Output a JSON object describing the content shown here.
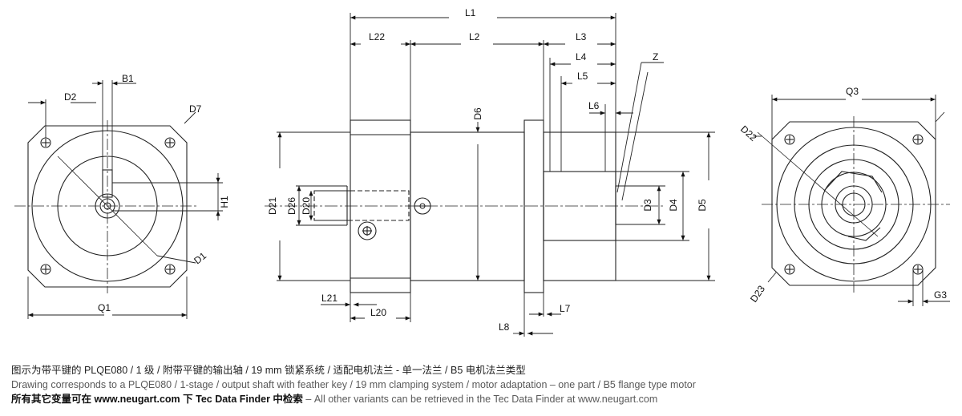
{
  "labels": {
    "b1": "B1",
    "d2": "D2",
    "d7": "D7",
    "h1": "H1",
    "d1": "D1",
    "q1": "Q1",
    "l1": "L1",
    "l22": "L22",
    "l2": "L2",
    "l3": "L3",
    "l4": "L4",
    "l5": "L5",
    "z": "Z",
    "l6": "L6",
    "d6": "D6",
    "d21": "D21",
    "d26": "D26",
    "d20": "D20",
    "d3": "D3",
    "d4": "D4",
    "d5": "D5",
    "l21": "L21",
    "l20": "L20",
    "l7": "L7",
    "l8": "L8",
    "q3": "Q3",
    "d22": "D22",
    "d23": "D23",
    "g3": "G3"
  },
  "caption": {
    "line1": "图示为带平键的 PLQE080 / 1 级 / 附带平键的输出轴 / 19 mm 锁紧系统 / 适配电机法兰 - 单一法兰 / B5 电机法兰类型",
    "line2": "Drawing corresponds to a PLQE080 / 1-stage / output shaft with feather key / 19 mm clamping system / motor adaptation – one part / B5 flange type motor",
    "line3_strong": "所有其它变量可在  www.neugart.com 下  Tec Data Finder  中检索",
    "line3_rest": " – All other variants can be retrieved in the Tec Data Finder at www.neugart.com"
  }
}
